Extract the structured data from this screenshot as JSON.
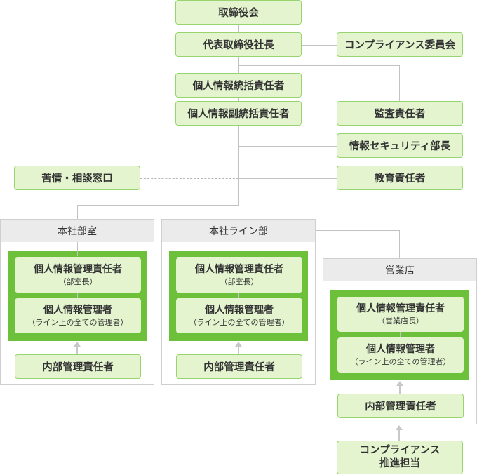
{
  "top": {
    "board": "取締役会",
    "president": "代表取締役社長",
    "compliance_committee": "コンプライアンス委員会",
    "privacy_officer": "個人情報統括責任者",
    "deputy_privacy_officer": "個人情報副統括責任者",
    "audit_officer": "監査責任者",
    "security_manager": "情報セキュリティ部長",
    "complaints_desk": "苦情・相談窓口",
    "education_officer": "教育責任者"
  },
  "departments": [
    {
      "title": "本社部室",
      "manager": "個人情報管理責任者",
      "manager_note": "（部室長）",
      "admin": "個人情報管理者",
      "admin_note": "（ライン上の全ての管理者）",
      "internal": "内部管理責任者"
    },
    {
      "title": "本社ライン部",
      "manager": "個人情報管理責任者",
      "manager_note": "（部室長）",
      "admin": "個人情報管理者",
      "admin_note": "（ライン上の全ての管理者）",
      "internal": "内部管理責任者"
    },
    {
      "title": "営業店",
      "manager": "個人情報管理責任者",
      "manager_note": "（営業店長）",
      "admin": "個人情報管理者",
      "admin_note": "（ライン上の全ての管理者）",
      "internal": "内部管理責任者"
    }
  ],
  "compliance_promotion": {
    "line1": "コンプライアンス",
    "line2": "推進担当"
  },
  "colors": {
    "box_fill": "#e3f4cf",
    "box_border": "#98d46d",
    "green_area": "#6cc03a",
    "panel_header": "#ebebeb",
    "connector": "#c2c2c2"
  }
}
